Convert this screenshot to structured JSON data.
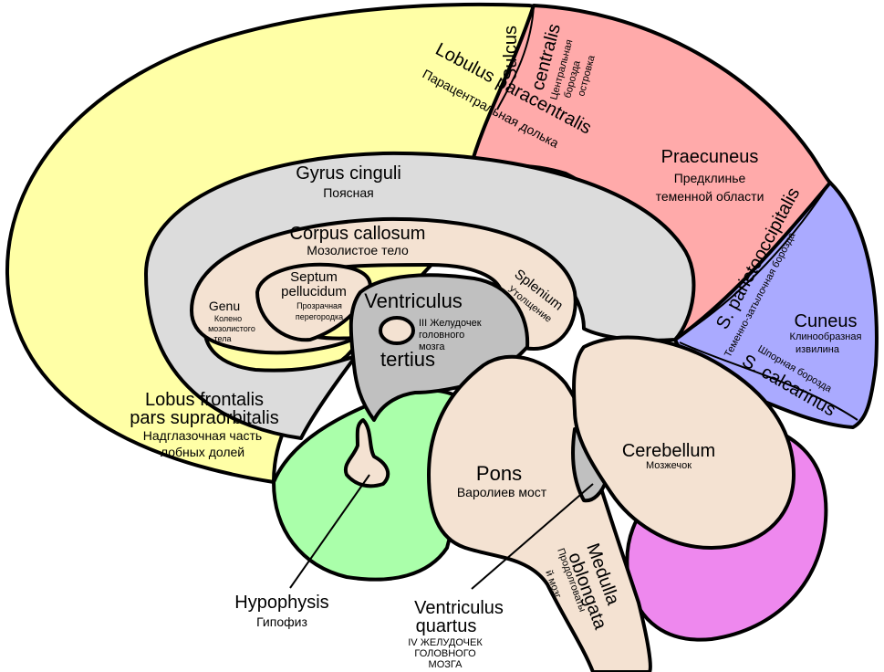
{
  "colors": {
    "frontal": "#ffffa6",
    "parietal": "#ffaaaa",
    "occipital": "#aaaaff",
    "cingulate": "#dcdcdc",
    "callosum": "#f4e2d2",
    "ventricle": "#c0c0c0",
    "hypophysis_area": "#aaffaa",
    "cerebellum": "#f4e2d2",
    "cerebellum_outer": "#ee88ee",
    "gap": "#ffffff"
  },
  "labels": {
    "sulcus": "Sulcus",
    "centralis": "centralis",
    "centralis_ru": [
      "Центральная",
      "борозда",
      "островка"
    ],
    "lobulus_paracentralis": "Lobulus paracentralis",
    "lobulus_paracentralis_ru": "Парацентральная долька",
    "praecuneus": "Praecuneus",
    "praecuneus_ru": [
      "Предклинье",
      "теменной области"
    ],
    "gyrus_cinguli": "Gyrus cinguli",
    "gyrus_cinguli_ru": "Поясная",
    "corpus_callosum": "Corpus callosum",
    "corpus_callosum_ru": "Мозолистое тело",
    "septum": [
      "Septum",
      "pellucidum"
    ],
    "septum_ru": [
      "Прозрачная",
      "перегородка"
    ],
    "genu": "Genu",
    "genu_ru": [
      "Колено",
      "мозолистого",
      "тела"
    ],
    "ventriculus_tertius": [
      "Ventriculus",
      "tertius"
    ],
    "ventriculus_tertius_ru": [
      "III Желудочек",
      "головного",
      "мозга"
    ],
    "splenium": "Splenium",
    "splenium_ru": "Утолщение",
    "s_parietooccipitalis": "S. parietooccipitalis",
    "s_parietooccipitalis_ru": "Теменно-затылочная борозда",
    "cuneus": "Cuneus",
    "cuneus_ru": [
      "Клинообразная",
      "извилина"
    ],
    "s_calcarinus": "S. calcarinus",
    "s_calcarinus_ru": "Шпорная борозда",
    "lobus_frontalis": [
      "Lobus frontalis",
      "pars supraorbitalis"
    ],
    "lobus_frontalis_ru": [
      "Надглазочная часть",
      "лобных долей"
    ],
    "cerebellum": "Cerebellum",
    "cerebellum_ru": "Мозжечок",
    "pons": "Pons",
    "pons_ru": "Варолиев мост",
    "medulla": [
      "Medulla",
      "oblongata"
    ],
    "medulla_ru": [
      "Продолговаты",
      "й мозг"
    ],
    "hypophysis": "Hypophysis",
    "hypophysis_ru": "Гипофиз",
    "ventriculus_quartus": [
      "Ventriculus",
      "quartus"
    ],
    "ventriculus_quartus_ru": [
      "IV ЖЕЛУДОЧЕК",
      "ГОЛОВНОГО",
      "МОЗГА"
    ]
  }
}
